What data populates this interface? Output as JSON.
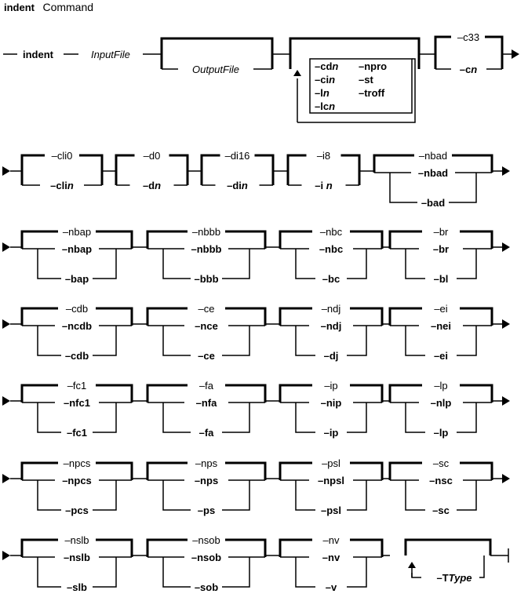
{
  "title": {
    "command": "indent",
    "word": "Command"
  },
  "head": {
    "command": "indent",
    "input_file": "InputFile",
    "output_file": "OutputFile",
    "loop_options": [
      {
        "k": "–cd",
        "v": "n"
      },
      {
        "k": "–ci",
        "v": "n"
      },
      {
        "k": "–l",
        "v": "n"
      },
      {
        "k": "–lc",
        "v": "n"
      },
      {
        "k": "–npro",
        "v": ""
      },
      {
        "k": "–st",
        "v": ""
      },
      {
        "k": "–troff",
        "v": ""
      }
    ],
    "c_default": "–c33",
    "c_option": {
      "k": "–c",
      "v": "n"
    }
  },
  "rows": [
    {
      "groups": [
        {
          "type": "value",
          "default": "–cli0",
          "option": {
            "k": "–cli",
            "v": "n"
          }
        },
        {
          "type": "value",
          "default": "–d0",
          "option": {
            "k": "–d",
            "v": "n"
          }
        },
        {
          "type": "value",
          "default": "–di16",
          "option": {
            "k": "–di",
            "v": "n"
          }
        },
        {
          "type": "value",
          "default": "–i8",
          "option": {
            "k": "–i ",
            "v": "n"
          }
        },
        {
          "type": "pair",
          "default": "–nbad",
          "a": "–nbad",
          "b": "–bad"
        }
      ]
    },
    {
      "groups": [
        {
          "type": "pair",
          "default": "–nbap",
          "a": "–nbap",
          "b": "–bap"
        },
        {
          "type": "pair",
          "default": "–nbbb",
          "a": "–nbbb",
          "b": "–bbb"
        },
        {
          "type": "pair",
          "default": "–nbc",
          "a": "–nbc",
          "b": "–bc"
        },
        {
          "type": "pair",
          "default": "–br",
          "a": "–br",
          "b": "–bl"
        }
      ]
    },
    {
      "groups": [
        {
          "type": "pair",
          "default": "–cdb",
          "a": "–ncdb",
          "b": "–cdb"
        },
        {
          "type": "pair",
          "default": "–ce",
          "a": "–nce",
          "b": "–ce"
        },
        {
          "type": "pair",
          "default": "–ndj",
          "a": "–ndj",
          "b": "–dj"
        },
        {
          "type": "pair",
          "default": "–ei",
          "a": "–nei",
          "b": "–ei"
        }
      ]
    },
    {
      "groups": [
        {
          "type": "pair",
          "default": "–fc1",
          "a": "–nfc1",
          "b": "–fc1"
        },
        {
          "type": "pair",
          "default": "–fa",
          "a": "–nfa",
          "b": "–fa"
        },
        {
          "type": "pair",
          "default": "–ip",
          "a": "–nip",
          "b": "–ip"
        },
        {
          "type": "pair",
          "default": "–lp",
          "a": "–nlp",
          "b": "–lp"
        }
      ]
    },
    {
      "groups": [
        {
          "type": "pair",
          "default": "–npcs",
          "a": "–npcs",
          "b": "–pcs"
        },
        {
          "type": "pair",
          "default": "–nps",
          "a": "–nps",
          "b": "–ps"
        },
        {
          "type": "pair",
          "default": "–psl",
          "a": "–npsl",
          "b": "–psl"
        },
        {
          "type": "pair",
          "default": "–sc",
          "a": "–nsc",
          "b": "–sc"
        }
      ]
    },
    {
      "groups": [
        {
          "type": "pair",
          "default": "–nslb",
          "a": "–nslb",
          "b": "–slb"
        },
        {
          "type": "pair",
          "default": "–nsob",
          "a": "–nsob",
          "b": "–sob"
        },
        {
          "type": "pair",
          "default": "–nv",
          "a": "–nv",
          "b": "–v"
        },
        {
          "type": "loop",
          "option": {
            "k": "–T",
            "v": "Type"
          }
        }
      ]
    }
  ]
}
